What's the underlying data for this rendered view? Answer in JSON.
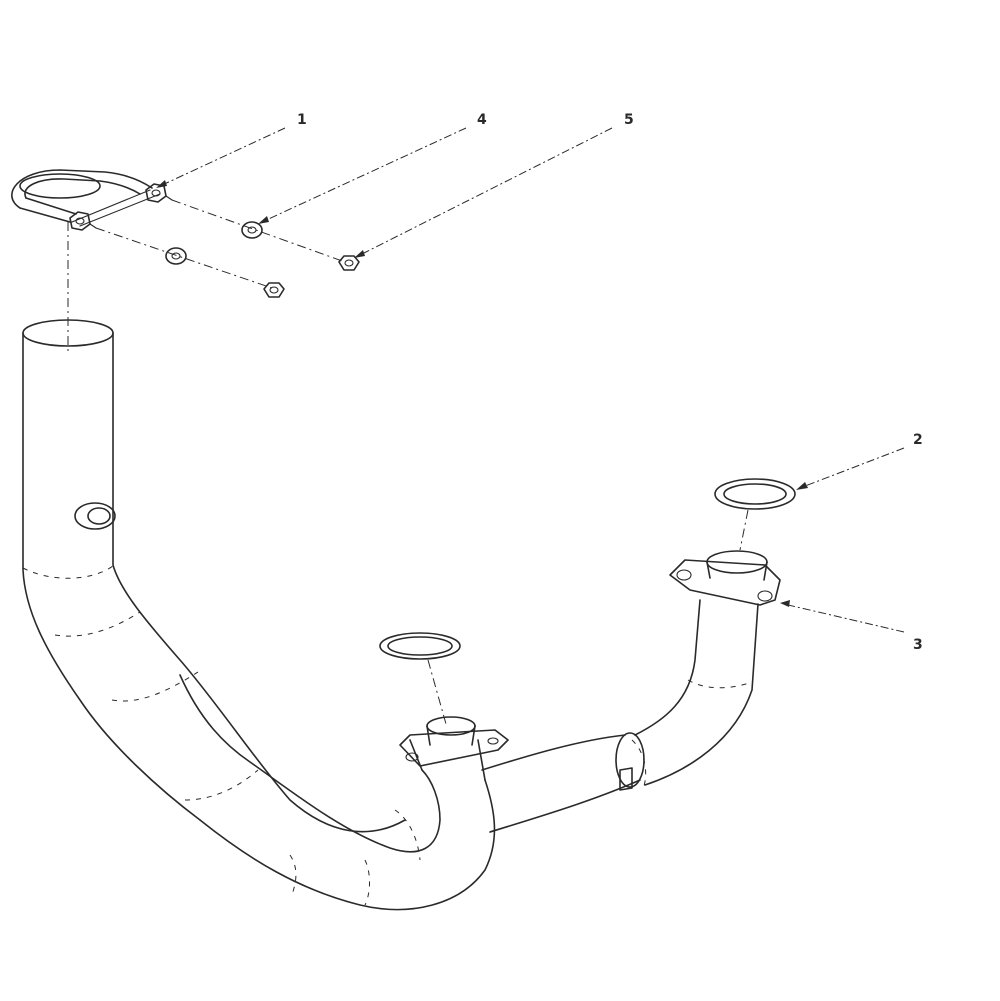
{
  "callouts": [
    {
      "number": "1"
    },
    {
      "number": "2"
    },
    {
      "number": "3"
    },
    {
      "number": "4"
    },
    {
      "number": "5"
    }
  ],
  "colors": {
    "line": "#2a2a2a",
    "background": "#ffffff"
  }
}
